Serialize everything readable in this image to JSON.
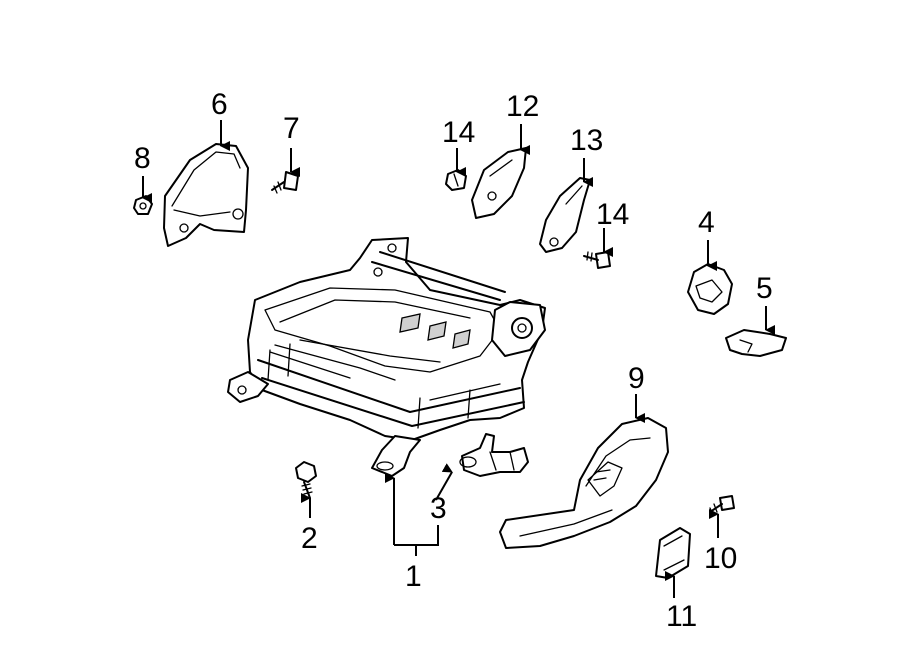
{
  "callouts": [
    {
      "id": "1",
      "label": "1"
    },
    {
      "id": "2",
      "label": "2"
    },
    {
      "id": "3",
      "label": "3"
    },
    {
      "id": "4",
      "label": "4"
    },
    {
      "id": "5",
      "label": "5"
    },
    {
      "id": "6",
      "label": "6"
    },
    {
      "id": "7",
      "label": "7"
    },
    {
      "id": "8",
      "label": "8"
    },
    {
      "id": "9",
      "label": "9"
    },
    {
      "id": "10",
      "label": "10"
    },
    {
      "id": "11",
      "label": "11"
    },
    {
      "id": "12",
      "label": "12"
    },
    {
      "id": "13",
      "label": "13"
    },
    {
      "id": "14a",
      "label": "14"
    },
    {
      "id": "14b",
      "label": "14"
    }
  ]
}
